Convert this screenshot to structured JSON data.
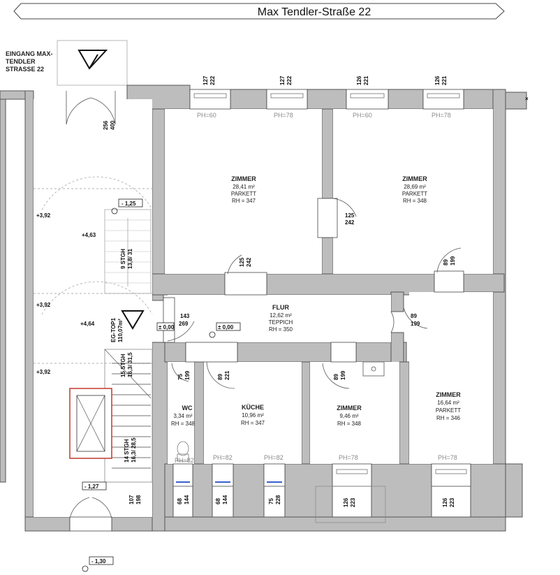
{
  "title": "Max Tendler-Straße 22",
  "entrance_label": [
    "EINGANG MAX-",
    "TENDLER",
    "STRASSE 22"
  ],
  "rooms": [
    {
      "name": "ZIMMER",
      "area": "28,41 m²",
      "floor": "PARKETT",
      "rh": "RH = 347"
    },
    {
      "name": "ZIMMER",
      "area": "28,69 m²",
      "floor": "PARKETT",
      "rh": "RH = 348"
    },
    {
      "name": "FLUR",
      "area": "12,62 m²",
      "floor": "TEPPICH",
      "rh": "RH = 350"
    },
    {
      "name": "WC",
      "area": "3,34 m²",
      "floor": "",
      "rh": "RH = 348"
    },
    {
      "name": "KÜCHE",
      "area": "10,96 m²",
      "floor": "",
      "rh": "RH = 347"
    },
    {
      "name": "ZIMMER",
      "area": "9,46 m²",
      "floor": "",
      "rh": "RH = 348"
    },
    {
      "name": "ZIMMER",
      "area": "16,64 m²",
      "floor": "PARKETT",
      "rh": "RH = 346"
    }
  ],
  "unit_label": [
    "EG-TOP1",
    "110,07m²"
  ],
  "window_dims": [
    {
      "w": "127",
      "h": "222"
    },
    {
      "w": "127",
      "h": "222"
    },
    {
      "w": "126",
      "h": "221"
    },
    {
      "w": "126",
      "h": "221"
    },
    {
      "w": "68",
      "h": "144"
    },
    {
      "w": "68",
      "h": "144"
    },
    {
      "w": "75",
      "h": "228"
    },
    {
      "w": "126",
      "h": "223"
    },
    {
      "w": "126",
      "h": "223"
    }
  ],
  "parapets": [
    "PH=60",
    "PH=78",
    "PH=60",
    "PH=78",
    "PH=82",
    "PH=82",
    "PH=82",
    "PH=78",
    "PH=78"
  ],
  "door_dims": [
    {
      "w": "256",
      "h": "400"
    },
    {
      "w": "125",
      "h": "242"
    },
    {
      "w": "125",
      "h": "242"
    },
    {
      "w": "89",
      "h": "199"
    },
    {
      "w": "143",
      "h": "269"
    },
    {
      "w": "89",
      "h": "199"
    },
    {
      "w": "75",
      "h": "199"
    },
    {
      "w": "89",
      "h": "221"
    },
    {
      "w": "89",
      "h": "199"
    },
    {
      "w": "107",
      "h": "198"
    }
  ],
  "levels": [
    "- 1,25",
    "+3,92",
    "+4,63",
    "+3,92",
    "+4,64",
    "+3,92",
    "± 0,00",
    "± 0,00",
    "- 1,27",
    "- 1,30"
  ],
  "stairs": [
    {
      "count": "9 STGH",
      "ratio": "13,8/ 31"
    },
    {
      "count": "15 STGH",
      "ratio": "16,3/ 31,5"
    },
    {
      "count": "14 STGH",
      "ratio": "16,3/ 28,5"
    }
  ]
}
